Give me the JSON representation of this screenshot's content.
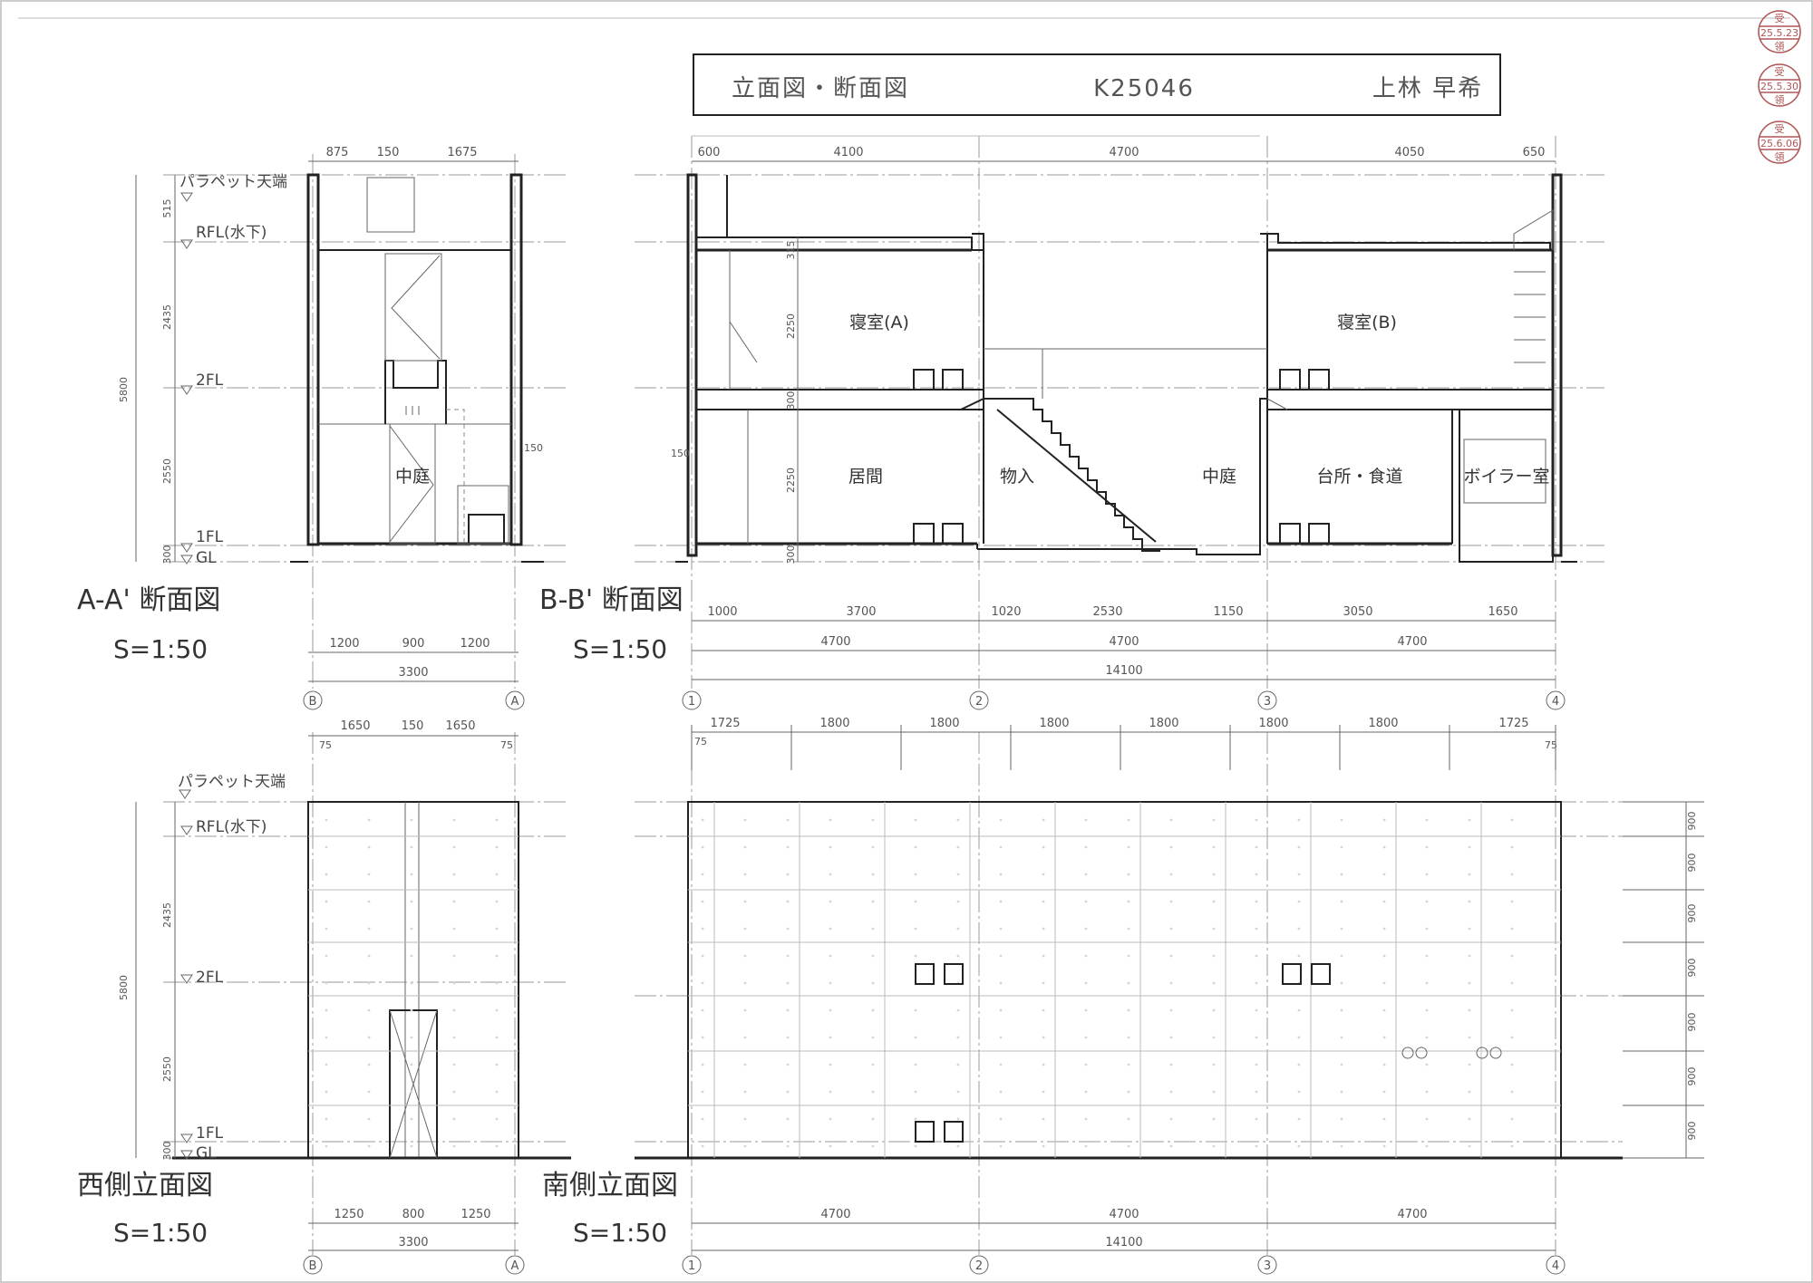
{
  "title_block": {
    "drawing_name": "立面図・断面図",
    "student_id": "K25046",
    "author": "上林 早希"
  },
  "stamps": [
    {
      "top": "受",
      "date": "25.5.23",
      "bottom": "領"
    },
    {
      "top": "受",
      "date": "25.5.30",
      "bottom": "領"
    },
    {
      "top": "受",
      "date": "25.6.06",
      "bottom": "領"
    }
  ],
  "section_aa": {
    "title": "A-A' 断面図",
    "scale": "S=1:50",
    "top_dims": [
      "875",
      "150",
      "1675"
    ],
    "bottom_dims": [
      "1200",
      "900",
      "1200"
    ],
    "total_dim": "3300",
    "axes": [
      "B",
      "A"
    ],
    "levels": {
      "parapet": "パラペット天端",
      "rfl": "RFL(水下)",
      "fl2": "2FL",
      "fl1": "1FL",
      "gl": "GL"
    },
    "vertical_dims": [
      "515",
      "2435",
      "2550",
      "300"
    ],
    "total_height": "5800",
    "small_dim": "150",
    "rooms": [
      "中庭"
    ]
  },
  "section_bb": {
    "title": "B-B' 断面図",
    "scale": "S=1:50",
    "top_dims": [
      "600",
      "4100",
      "4700",
      "4050",
      "650"
    ],
    "bottom_dims_1": [
      "1000",
      "3700",
      "1020",
      "2530",
      "1150",
      "3050",
      "1650"
    ],
    "bottom_dims_2": [
      "4700",
      "4700",
      "4700"
    ],
    "total_dim": "14100",
    "axes": [
      "1",
      "2",
      "3",
      "4"
    ],
    "rooms": [
      "寝室(A)",
      "寝室(B)",
      "居間",
      "物入",
      "中庭",
      "台所・食道",
      "ボイラー室"
    ],
    "inner_dims": [
      "315",
      "2250",
      "300",
      "2250",
      "300"
    ],
    "left_dim": "150"
  },
  "west_elevation": {
    "title": "西側立面図",
    "scale": "S=1:50",
    "top_dims": [
      "1650",
      "150",
      "1650"
    ],
    "edge_dims": [
      "75",
      "75"
    ],
    "bottom_dims": [
      "1250",
      "800",
      "1250"
    ],
    "total_dim": "3300",
    "axes": [
      "B",
      "A"
    ],
    "levels": {
      "parapet": "パラペット天端",
      "rfl": "RFL(水下)",
      "fl2": "2FL",
      "fl1": "1FL",
      "gl": "GL"
    },
    "vertical_dims": [
      "2435",
      "2550",
      "300"
    ],
    "total_height": "5800"
  },
  "south_elevation": {
    "title": "南側立面図",
    "scale": "S=1:50",
    "top_dims": [
      "1725",
      "1800",
      "1800",
      "1800",
      "1800",
      "1800",
      "1800",
      "1725"
    ],
    "edge_dims": [
      "75",
      "75"
    ],
    "right_dims": [
      "900",
      "900",
      "900",
      "900",
      "900",
      "900",
      "900"
    ],
    "bottom_dims": [
      "4700",
      "4700",
      "4700"
    ],
    "total_dim": "14100",
    "axes": [
      "1",
      "2",
      "3",
      "4"
    ]
  }
}
